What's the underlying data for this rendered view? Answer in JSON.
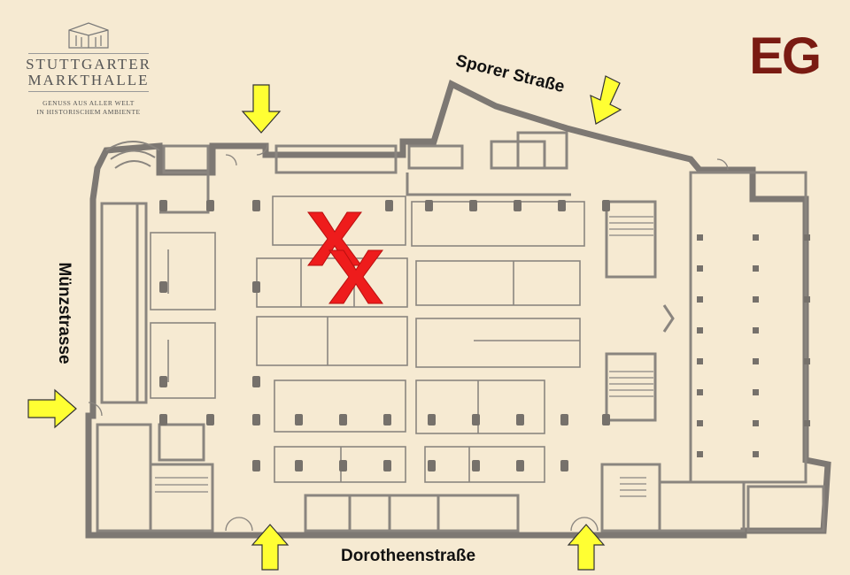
{
  "logo": {
    "line1": "STUTTGARTER",
    "line2": "MARKTHALLE",
    "tagline1": "GENUSS AUS ALLER WELT",
    "tagline2": "IN HISTORISCHEM AMBIENTE"
  },
  "floor_label": "EG",
  "streets": {
    "top": "Sporer Straße",
    "left": "Münzstrasse",
    "bottom": "Dorotheenstraße"
  },
  "markers": {
    "entrance_arrow_color": "#ffff33",
    "highlight_x_color": "#ee1c1c",
    "highlight_count": 2
  },
  "colors": {
    "background": "#f6ead2",
    "wall": "#7d7873",
    "floor_label": "#7a1b12"
  }
}
